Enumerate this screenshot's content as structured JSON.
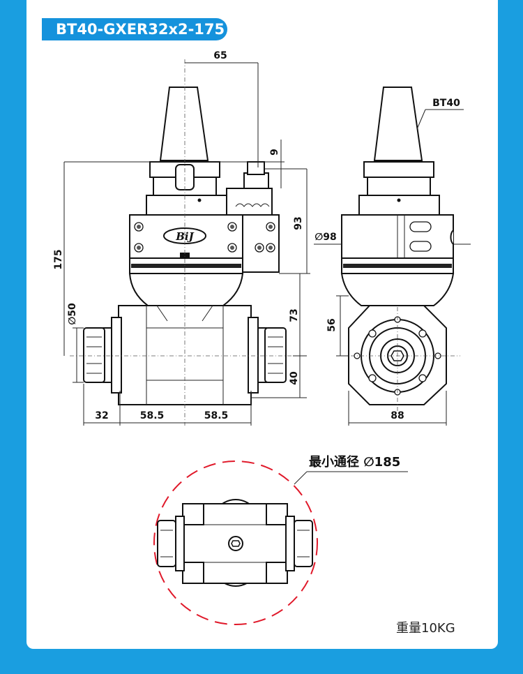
{
  "title": "BT40-GXER32x2-175",
  "callouts": {
    "taper": "BT40",
    "min_swing": "最小通径 ∅185"
  },
  "dimensions": {
    "d65": "65",
    "d9": "9",
    "d93": "93",
    "d175": "175",
    "d50": "∅50",
    "d73": "73",
    "d40": "40",
    "d32": "32",
    "d585a": "58.5",
    "d585b": "58.5",
    "d98": "∅98",
    "d56": "56",
    "d88": "88"
  },
  "logo_text": "BiJ",
  "weight": "重量10KG",
  "colors": {
    "background": "#1a9ee0",
    "badge": "#1592dc",
    "swing_circle": "#e0192a"
  }
}
